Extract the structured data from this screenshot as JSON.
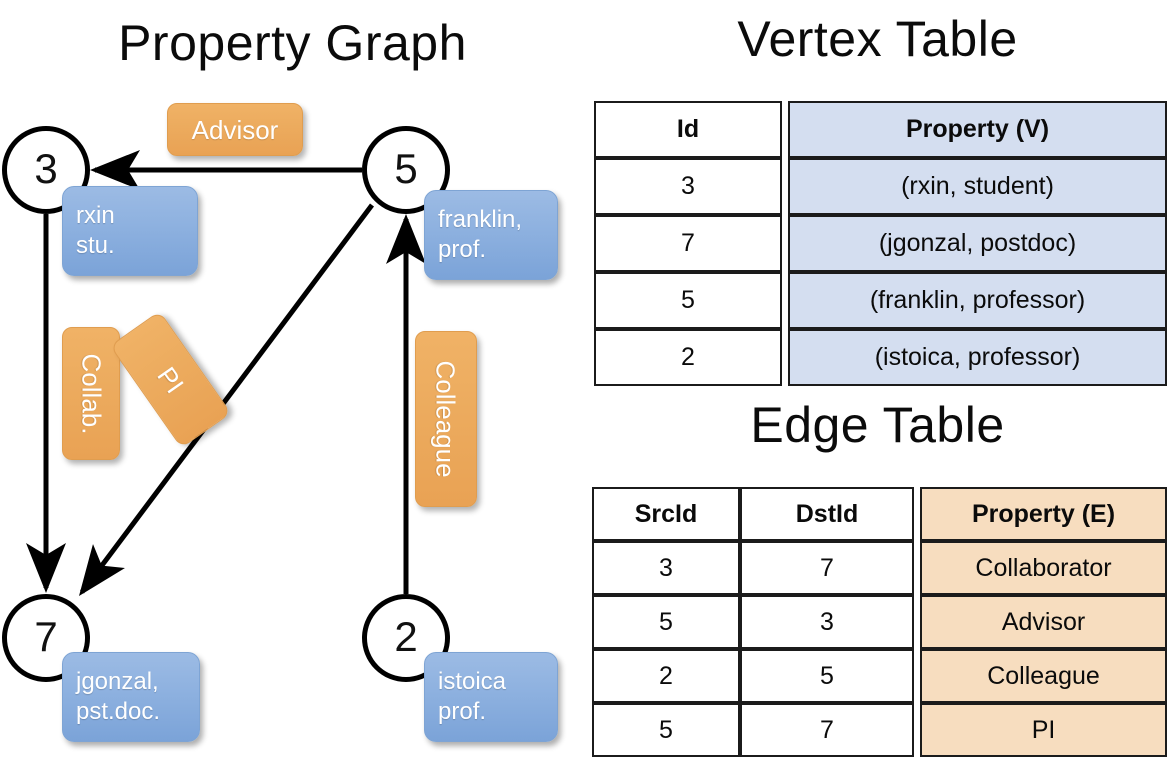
{
  "titles": {
    "property_graph": "Property Graph",
    "vertex_table": "Vertex Table",
    "edge_table": "Edge Table"
  },
  "graph": {
    "nodes": [
      {
        "id": "3",
        "property_line1": "rxin",
        "property_line2": "stu."
      },
      {
        "id": "5",
        "property_line1": "franklin,",
        "property_line2": "prof."
      },
      {
        "id": "7",
        "property_line1": "jgonzal,",
        "property_line2": "pst.doc."
      },
      {
        "id": "2",
        "property_line1": "istoica",
        "property_line2": "prof."
      }
    ],
    "edge_labels": {
      "advisor": "Advisor",
      "collab": "Collab.",
      "pi": "PI",
      "colleague": "Colleague"
    },
    "edges": [
      {
        "src": "5",
        "dst": "3",
        "label": "Advisor"
      },
      {
        "src": "3",
        "dst": "7",
        "label": "Collab."
      },
      {
        "src": "5",
        "dst": "7",
        "label": "PI"
      },
      {
        "src": "2",
        "dst": "5",
        "label": "Colleague"
      }
    ]
  },
  "vertex_table": {
    "headers": [
      "Id",
      "Property (V)"
    ],
    "rows": [
      {
        "id": "3",
        "property": "(rxin, student)"
      },
      {
        "id": "7",
        "property": "(jgonzal, postdoc)"
      },
      {
        "id": "5",
        "property": "(franklin, professor)"
      },
      {
        "id": "2",
        "property": "(istoica, professor)"
      }
    ]
  },
  "edge_table": {
    "headers": [
      "SrcId",
      "DstId",
      "Property (E)"
    ],
    "rows": [
      {
        "src": "3",
        "dst": "7",
        "property": "Collaborator"
      },
      {
        "src": "5",
        "dst": "3",
        "property": "Advisor"
      },
      {
        "src": "2",
        "dst": "5",
        "property": "Colleague"
      },
      {
        "src": "5",
        "dst": "7",
        "property": "PI"
      }
    ]
  },
  "colors": {
    "vertex_property_fill": "#d4def0",
    "edge_property_fill": "#f7ddbf",
    "node_box_fill": "#8fb2e0",
    "edge_label_fill": "#eca95c",
    "stroke": "#000000"
  }
}
